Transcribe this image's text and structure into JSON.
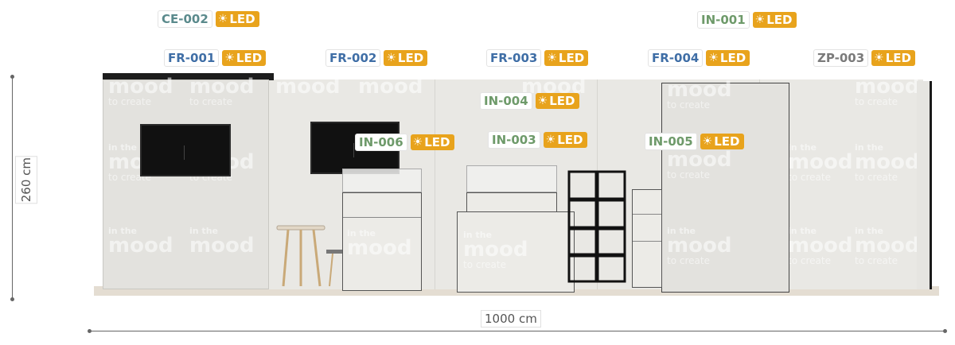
{
  "dimensions": {
    "height_label": "260 cm",
    "width_label": "1000 cm"
  },
  "colors": {
    "ce_code": "#5a8a8c",
    "fr_code": "#3f6ea6",
    "in_code": "#6e9a6a",
    "zp_code": "#7a7a7a",
    "led": "#e8a31c"
  },
  "watermark": {
    "line1": "in the",
    "line2": "mood",
    "line3": "to create"
  },
  "tags": [
    {
      "code": "CE-002",
      "led": "LED",
      "kind": "ce"
    },
    {
      "code": "IN-001",
      "led": "LED",
      "kind": "in"
    },
    {
      "code": "FR-001",
      "led": "LED",
      "kind": "fr"
    },
    {
      "code": "FR-002",
      "led": "LED",
      "kind": "fr"
    },
    {
      "code": "FR-003",
      "led": "LED",
      "kind": "fr"
    },
    {
      "code": "FR-004",
      "led": "LED",
      "kind": "fr"
    },
    {
      "code": "ZP-003",
      "led": "LED",
      "kind": "zp"
    },
    {
      "code": "IN-004",
      "led": "LED",
      "kind": "in"
    },
    {
      "code": "IN-006",
      "led": "LED",
      "kind": "in"
    },
    {
      "code": "IN-003",
      "led": "LED",
      "kind": "in"
    },
    {
      "code": "IN-005",
      "led": "LED",
      "kind": "in"
    }
  ],
  "icons": {
    "led_icon": "sun-icon"
  }
}
